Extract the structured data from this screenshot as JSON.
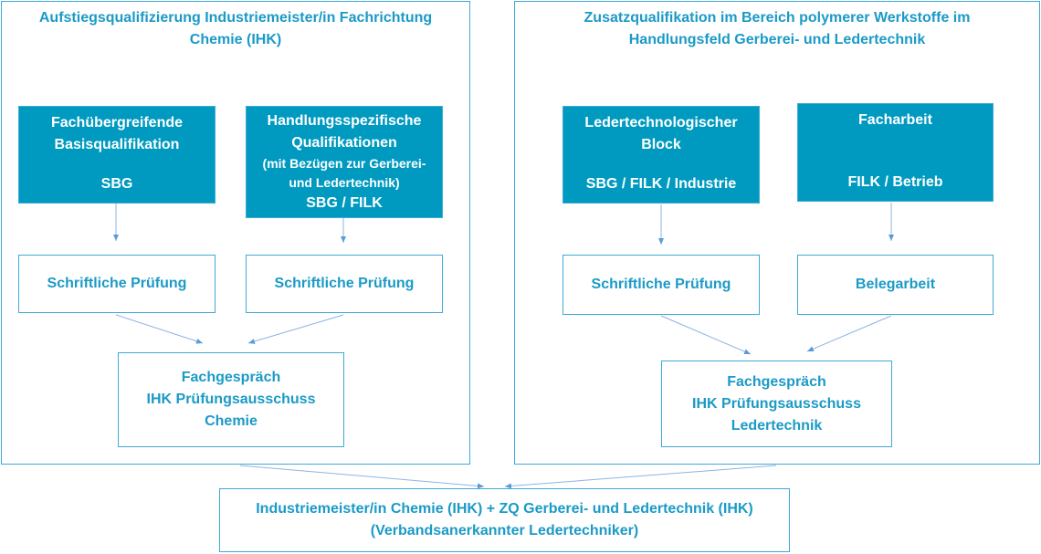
{
  "left": {
    "title": [
      "Aufstiegsqualifizierung Industriemeister/in Fachrichtung",
      "Chemie (IHK)"
    ],
    "box_a": {
      "lines": [
        "Fachübergreifende",
        "Basisqualifikation"
      ],
      "provider": "SBG"
    },
    "box_b": {
      "lines": [
        "Handlungsspezifische",
        "Qualifikationen"
      ],
      "note": [
        "(mit Bezügen zur Gerberei-",
        "und Ledertechnik)"
      ],
      "provider": "SBG / FILK"
    },
    "exam_a": "Schriftliche Prüfung",
    "exam_b": "Schriftliche Prüfung",
    "final": [
      "Fachgespräch",
      "IHK Prüfungsausschuss",
      "Chemie"
    ]
  },
  "right": {
    "title": [
      "Zusatzqualifikation im Bereich polymerer Werkstoffe im",
      "Handlungsfeld Gerberei- und Ledertechnik"
    ],
    "box_c": {
      "lines": [
        "Ledertechnologischer",
        "Block"
      ],
      "provider": "SBG / FILK / Industrie"
    },
    "box_d": {
      "lines": [
        "Facharbeit"
      ],
      "provider": "FILK / Betrieb"
    },
    "exam_c": "Schriftliche Prüfung",
    "exam_d": "Belegarbeit",
    "final": [
      "Fachgespräch",
      "IHK Prüfungsausschuss",
      "Ledertechnik"
    ]
  },
  "result": [
    "Industriemeister/in Chemie (IHK) + ZQ Gerberei- und Ledertechnik (IHK)",
    "(Verbandsanerkannter Ledertechniker)"
  ]
}
